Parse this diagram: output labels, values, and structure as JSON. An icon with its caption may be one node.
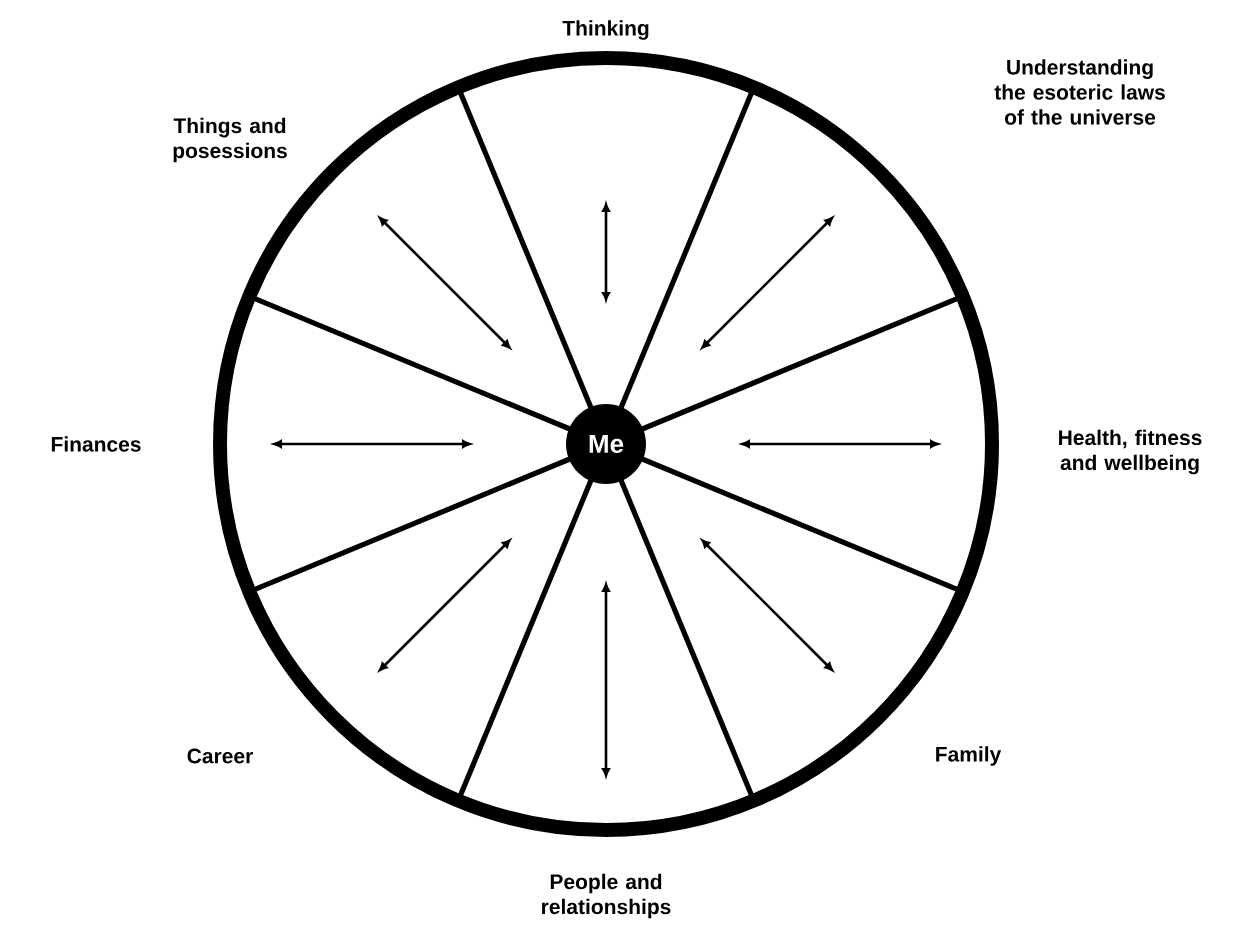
{
  "diagram": {
    "nodes": [
      {
        "text": [
          "Me"
        ]
      },
      {
        "text": [
          "Thinking"
        ]
      },
      {
        "text": [
          "Understanding the esoteric laws of the universe"
        ]
      },
      {
        "text": [
          "Health, fitness and wellbeing"
        ]
      },
      {
        "text": [
          "Family"
        ]
      },
      {
        "text": [
          "People and relationships"
        ]
      },
      {
        "text": [
          "Career"
        ]
      },
      {
        "text": [
          "Finances"
        ]
      },
      {
        "text": [
          "Things and posessions"
        ]
      }
    ]
  }
}
